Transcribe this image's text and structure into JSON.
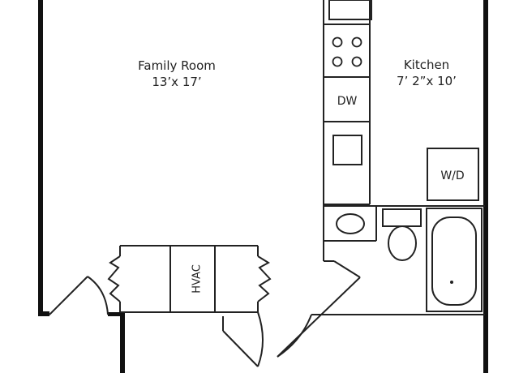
{
  "rooms": {
    "family_room": {
      "name": "Family Room",
      "dims": "13’x 17’"
    },
    "kitchen": {
      "name": "Kitchen",
      "dims": "7’ 2”x 10’"
    }
  },
  "appliances": {
    "dishwasher": "DW",
    "washer_dryer": "W/D",
    "hvac": "HVAC"
  },
  "icons": {
    "stove": "stove-icon",
    "sink": "sink-icon",
    "toilet": "toilet-icon",
    "bathtub": "bathtub-icon"
  },
  "colors": {
    "wall": "#111111",
    "fixture": "#222222",
    "background": "#ffffff"
  }
}
